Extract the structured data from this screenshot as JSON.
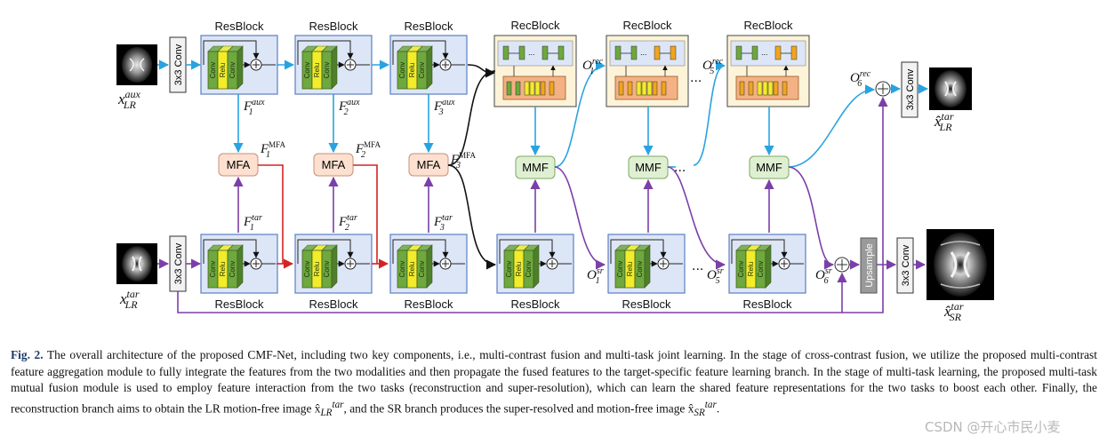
{
  "blocks": {
    "resblock": "ResBlock",
    "recblock": "RecBlock",
    "conv3x3": "3x3 Conv",
    "upsample": "Upsample",
    "mfa": "MFA",
    "mmf": "MMF",
    "conv": "Conv",
    "relu": "Relu",
    "ellipsis": "..."
  },
  "labels": {
    "x_aux": "x",
    "x_aux_sub": "LR",
    "x_aux_sup": "aux",
    "x_tar": "x",
    "x_tar_sub": "LR",
    "x_tar_sup": "tar",
    "xhat_lr": "x̂",
    "xhat_lr_sub": "LR",
    "xhat_lr_sup": "tar",
    "xhat_sr": "x̂",
    "xhat_sr_sub": "SR",
    "xhat_sr_sup": "tar",
    "F": "F",
    "O": "O",
    "aux": "aux",
    "tar": "tar",
    "mfa_sup": "MFA",
    "rec": "rec",
    "sr": "sr",
    "i1": "1",
    "i2": "2",
    "i3": "3",
    "i5": "5",
    "i6": "6"
  },
  "caption": {
    "label": "Fig. 2.",
    "text": "The overall architecture of the proposed CMF-Net, including two key components, i.e., multi-contrast fusion and multi-task joint learning. In the stage of cross-contrast fusion, we utilize the proposed multi-contrast feature aggregation module to fully integrate the features from the two modalities and then propagate the fused features to the target-specific feature learning branch. In the stage of multi-task learning, the proposed multi-task mutual fusion module is used to employ feature interaction from the two tasks (reconstruction and super-resolution), which can learn the shared feature representations for the two tasks to boost each other. Finally, the reconstruction branch aims to obtain the LR motion-free image x̂",
    "lr_sub": "LR",
    "tar_sup": "tar",
    "text_mid": ", and the SR branch produces the super-resolved and motion-free image x̂",
    "sr_sub": "SR",
    "text_end": "."
  },
  "watermark": "CSDN @开心市民小麦",
  "colors": {
    "blue_arrow": "#29a3e0",
    "purple_arrow": "#7b3fa8",
    "red_arrow": "#d22424",
    "res_fill": "#dde6f6",
    "res_border": "#5a7fc0",
    "rec_fill": "#fdf3d8",
    "mfa_fill": "#fde0d0",
    "mmf_fill": "#dff0d2",
    "conv_green": "#6ea83e",
    "relu_yellow": "#f2ec2a",
    "rec_orange": "#f0a51e",
    "upsample_gray": "#9a9a9a"
  }
}
